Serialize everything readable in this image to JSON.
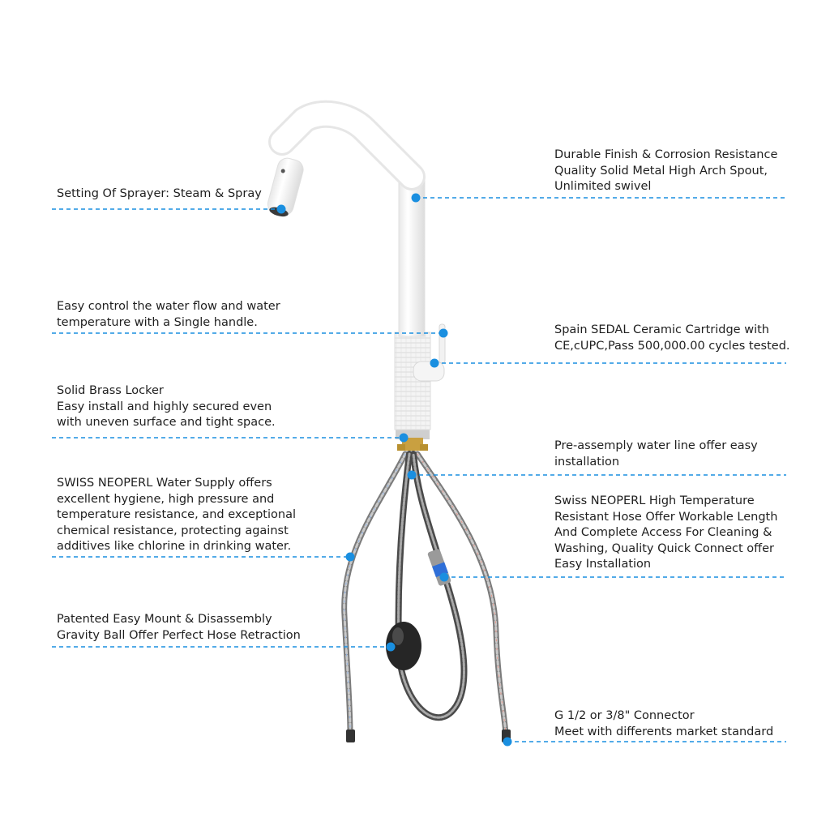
{
  "accent_color": "#1a8fe0",
  "left_callouts": [
    {
      "id": "sprayer",
      "lines": [
        "Setting Of Sprayer: Steam & Spray"
      ]
    },
    {
      "id": "handle",
      "lines": [
        "Easy control the water flow and water",
        "temperature with a Single handle."
      ]
    },
    {
      "id": "locker",
      "lines": [
        "Solid Brass Locker",
        "Easy install and highly secured even",
        "with uneven surface and tight space."
      ]
    },
    {
      "id": "water-supply",
      "lines": [
        "SWISS NEOPERL Water Supply offers",
        "excellent hygiene, high pressure and",
        "temperature resistance, and exceptional",
        "chemical resistance, protecting against",
        "additives like chlorine in drinking water."
      ]
    },
    {
      "id": "gravity-ball",
      "lines": [
        "Patented Easy Mount & Disassembly",
        "Gravity Ball Offer Perfect Hose Retraction"
      ]
    }
  ],
  "right_callouts": [
    {
      "id": "spout",
      "lines": [
        "Durable Finish & Corrosion Resistance",
        "Quality Solid Metal High Arch Spout,",
        "Unlimited swivel"
      ]
    },
    {
      "id": "cartridge",
      "lines": [
        "Spain SEDAL Ceramic Cartridge with",
        "CE,cUPC,Pass 500,000.00 cycles tested."
      ]
    },
    {
      "id": "water-line",
      "lines": [
        "Pre-assemply water line offer easy",
        "installation"
      ]
    },
    {
      "id": "hose",
      "lines": [
        "Swiss NEOPERL High Temperature",
        "Resistant Hose Offer Workable Length",
        "And Complete Access For Cleaning &",
        "Washing, Quality Quick Connect offer",
        "Easy Installation"
      ]
    },
    {
      "id": "connector",
      "lines": [
        "G 1/2 or 3/8\" Connector",
        "Meet with differents market standard"
      ]
    }
  ]
}
